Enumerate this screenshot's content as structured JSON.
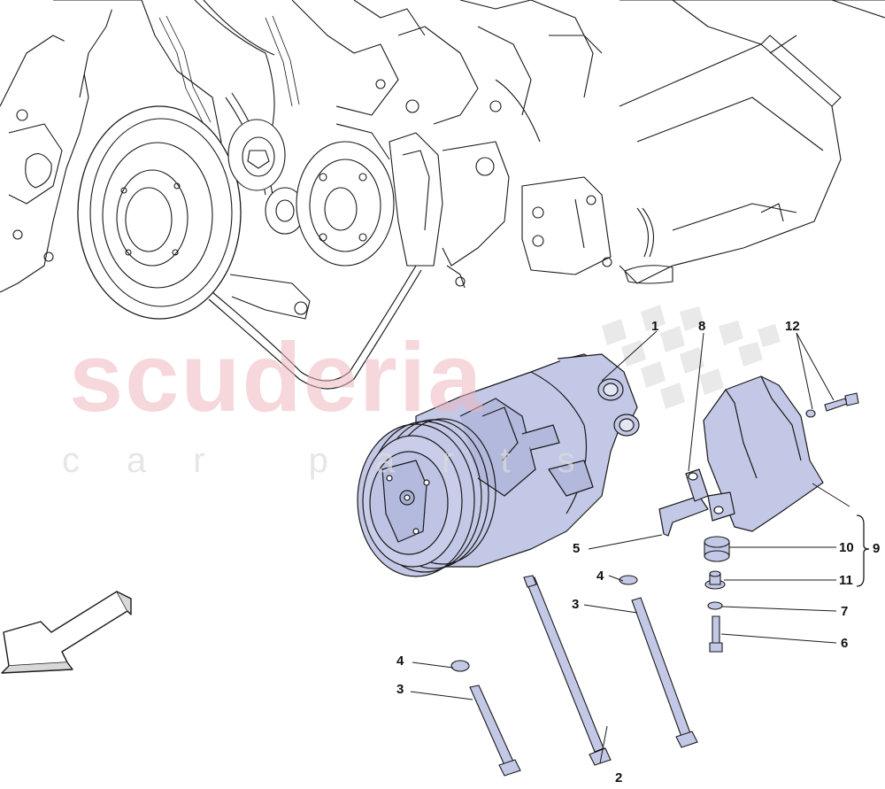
{
  "watermark": {
    "main": "scuderia",
    "sub": "car parts"
  },
  "callouts": [
    {
      "id": "c1",
      "label": "1"
    },
    {
      "id": "c8",
      "label": "8"
    },
    {
      "id": "c12",
      "label": "12"
    },
    {
      "id": "c5",
      "label": "5"
    },
    {
      "id": "c10",
      "label": "10"
    },
    {
      "id": "c9",
      "label": "9"
    },
    {
      "id": "c4a",
      "label": "4"
    },
    {
      "id": "c11",
      "label": "11"
    },
    {
      "id": "c3a",
      "label": "3"
    },
    {
      "id": "c7",
      "label": "7"
    },
    {
      "id": "c6",
      "label": "6"
    },
    {
      "id": "c4b",
      "label": "4"
    },
    {
      "id": "c3b",
      "label": "3"
    },
    {
      "id": "c2",
      "label": "2"
    }
  ],
  "colors": {
    "compressor_fill": "#c3c8e6",
    "line": "#1a1a1a",
    "watermark_red": "#f0b8bf",
    "checker": "#e2e2e2"
  }
}
